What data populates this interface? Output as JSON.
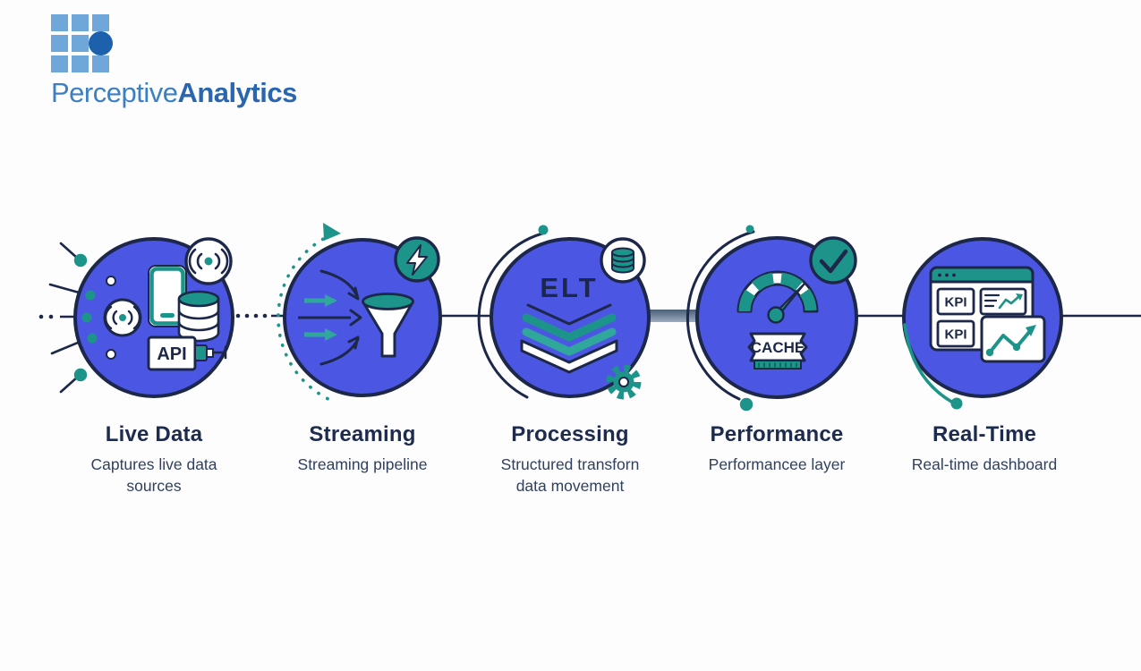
{
  "logo": {
    "brand_light": "Perceptive",
    "brand_bold": "Analytics"
  },
  "colors": {
    "circle_fill": "#4b57e3",
    "outline_navy": "#1c2749",
    "accent_teal": "#1d9489",
    "accent_teal_light": "#2fa89b",
    "logo_square": "#70a7db",
    "logo_dot": "#1d60ab",
    "logo_text_light": "#3d80c2",
    "logo_text_bold": "#2a66b0",
    "title_text": "#1d2b4e",
    "subtitle_text": "#31405f",
    "connector_bar": "#64788f"
  },
  "stages": [
    {
      "id": "live-data",
      "title": "Live Data",
      "subtitle": "Captures live data sources",
      "badge": "wifi-signal-badge",
      "icons": [
        "smartphone-icon",
        "database-icon",
        "wifi-signal-icon",
        "api-plug-icon",
        "source-feed-dots"
      ],
      "api_label": "API"
    },
    {
      "id": "streaming",
      "title": "Streaming",
      "subtitle": "Streaming pipeline",
      "badge": "lightning-badge",
      "icons": [
        "funnel-icon",
        "inflow-arrows-icon",
        "dotted-arc"
      ]
    },
    {
      "id": "processing",
      "title": "Processing",
      "subtitle": "Structured transforn data movement",
      "badge": "database-badge",
      "icons": [
        "layer-stack-icon",
        "gear-icon"
      ],
      "stack_label": "ELT"
    },
    {
      "id": "performance",
      "title": "Performance",
      "subtitle": "Performancee layer",
      "badge": "check-badge",
      "icons": [
        "speedometer-icon",
        "cache-chip-icon"
      ],
      "chip_label": "CACHE"
    },
    {
      "id": "real-time",
      "title": "Real-Time",
      "subtitle": "Real-time dashboard",
      "icons": [
        "dashboard-window-icon",
        "kpi-card-icon",
        "trend-chart-icon"
      ],
      "kpi_label_1": "KPI",
      "kpi_label_2": "KPI"
    }
  ]
}
